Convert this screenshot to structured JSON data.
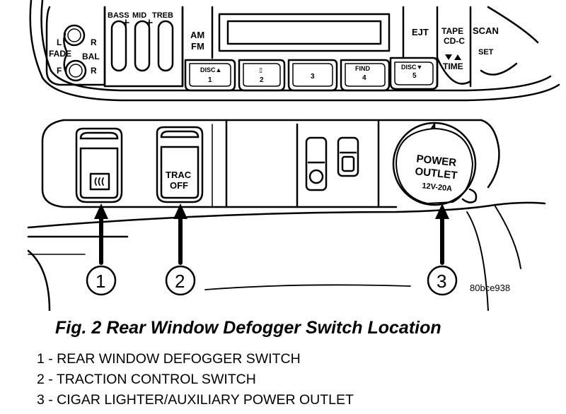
{
  "figure": {
    "caption": "Fig. 2 Rear Window Defogger Switch Location",
    "code": "80bce938"
  },
  "radio": {
    "labels": {
      "bass": "BASS",
      "mid": "MID",
      "treb": "TREB",
      "fade": "FADE",
      "bal": "BAL",
      "l": "L",
      "r_top": "R",
      "f": "F",
      "r_bottom": "R",
      "am": "AM",
      "fm": "FM",
      "ejt": "EJT",
      "tape": "TAPE",
      "cdc": "CD-C",
      "time": "TIME",
      "scan": "SCAN",
      "set": "SET"
    },
    "presets": [
      {
        "top": "DISC▲",
        "num": "1"
      },
      {
        "top": "▯",
        "num": "2"
      },
      {
        "top": "",
        "num": "3"
      },
      {
        "top": "FIND",
        "num": "4"
      },
      {
        "top": "DISC▼",
        "num": "5"
      }
    ]
  },
  "switches": {
    "trac_line1": "TRAC",
    "trac_line2": "OFF",
    "outlet_line1": "POWER",
    "outlet_line2": "OUTLET",
    "outlet_rating": "12V-20A"
  },
  "callouts": [
    {
      "number": "1"
    },
    {
      "number": "2"
    },
    {
      "number": "3"
    }
  ],
  "legend": [
    "1 - REAR WINDOW DEFOGGER SWITCH",
    "2 - TRACTION CONTROL SWITCH",
    "3 - CIGAR LIGHTER/AUXILIARY POWER OUTLET"
  ]
}
